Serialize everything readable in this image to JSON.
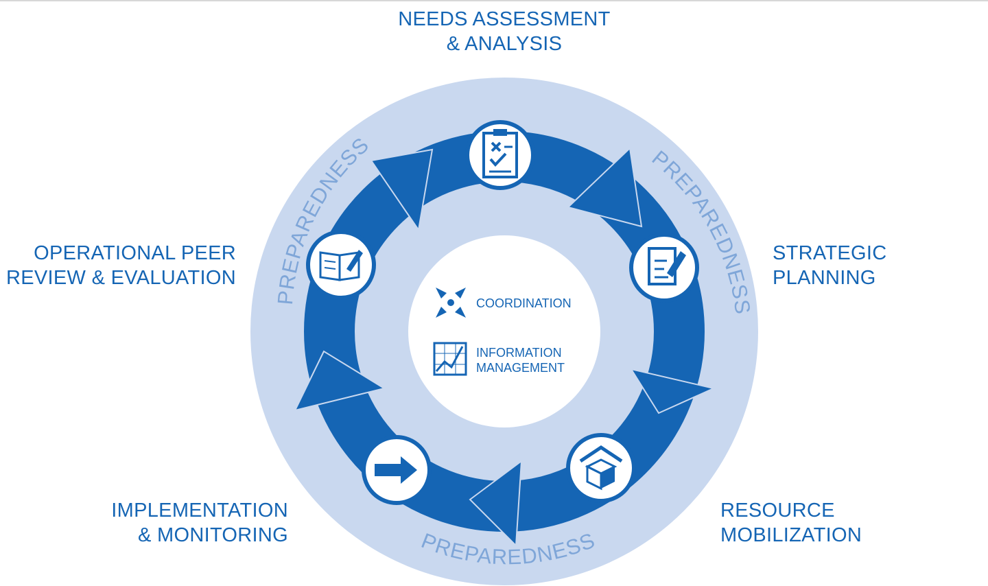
{
  "stages": {
    "needs": {
      "line1": "NEEDS ASSESSMENT",
      "line2": "& ANALYSIS"
    },
    "strategic": {
      "line1": "STRATEGIC",
      "line2": "PLANNING"
    },
    "resource": {
      "line1": "RESOURCE",
      "line2": "MOBILIZATION"
    },
    "implementation": {
      "line1": "IMPLEMENTATION",
      "line2": "& MONITORING"
    },
    "review": {
      "line1": "OPERATIONAL PEER",
      "line2": "REVIEW & EVALUATION"
    }
  },
  "center": {
    "coordination": "COORDINATION",
    "information_line1": "INFORMATION",
    "information_line2": "MANAGEMENT"
  },
  "ring": {
    "left": "PREPAREDNESS",
    "right": "PREPAREDNESS",
    "bottom": "PREPAREDNESS"
  },
  "icons": {
    "needs": "clipboard-checklist-icon",
    "strategic": "document-pen-icon",
    "resource": "box-shelter-icon",
    "implementation": "arrow-right-icon",
    "review": "open-book-pen-icon",
    "coordination": "converging-arrows-icon",
    "information": "chart-grid-icon"
  },
  "colors": {
    "primary_blue": "#1565b4",
    "ring_light": "#c9d8ef",
    "ring_text": "#7fa6d8",
    "background": "#ffffff"
  }
}
